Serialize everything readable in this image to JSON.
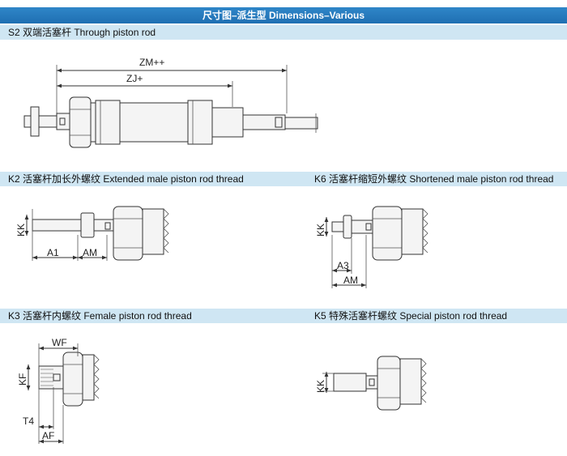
{
  "header": {
    "title": "尺寸图–派生型 Dimensions–Various"
  },
  "sections": {
    "s2": {
      "label": "S2 双端活塞杆 Through piston rod",
      "dims": {
        "zm": "ZM++",
        "zj": "ZJ+"
      }
    },
    "k2": {
      "label": "K2 活塞杆加长外螺纹 Extended male piston rod thread",
      "dims": {
        "kk": "KK",
        "a1": "A1",
        "am": "AM"
      }
    },
    "k6": {
      "label": "K6 活塞杆缩短外螺纹 Shortened male piston rod thread",
      "dims": {
        "kk": "KK",
        "a3": "A3",
        "am": "AM"
      }
    },
    "k3": {
      "label": "K3 活塞杆内螺纹 Female piston rod thread",
      "dims": {
        "wf": "WF",
        "kf": "KF",
        "t4": "T4",
        "af": "AF"
      }
    },
    "k5": {
      "label": "K5 特殊活塞杆螺纹 Special piston rod thread",
      "dims": {
        "kk": "KK"
      }
    }
  }
}
